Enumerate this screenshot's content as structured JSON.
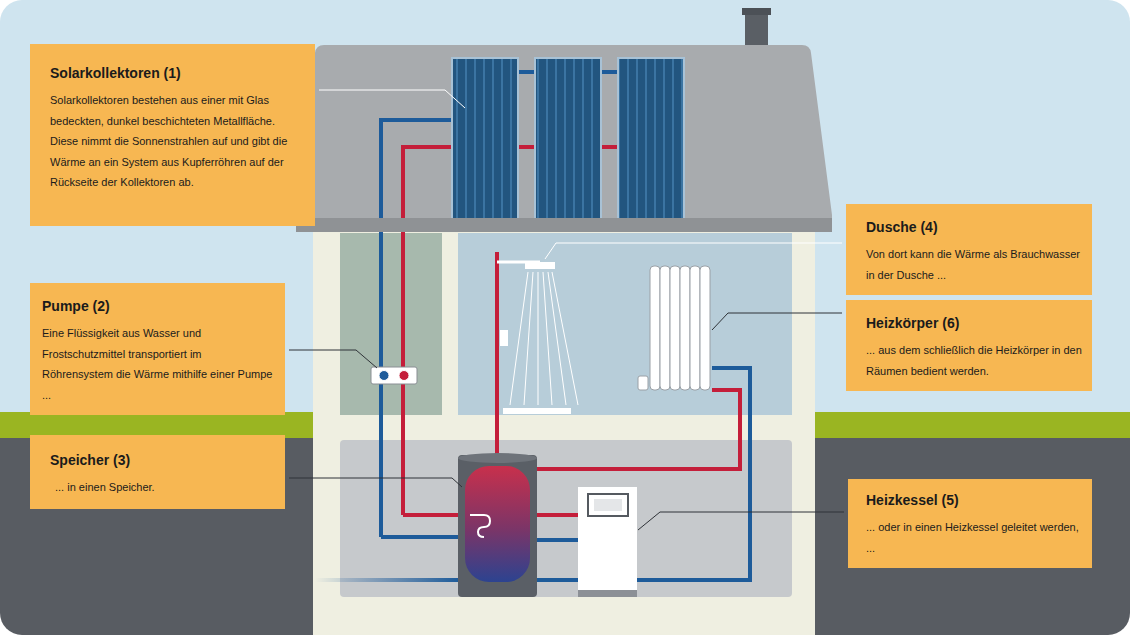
{
  "diagram": {
    "nodes": [
      {
        "text": [
          "Solarkollektoren (1)",
          "Solarkollektoren bestehen aus einer mit Glas bedeckten, dunkel beschichteten Metallfläche. Diese nimmt die Sonnenstrahlen auf und gibt die Wärme an ein System aus Kupferröhren auf der Rückseite der Kollektoren ab."
        ]
      },
      {
        "text": [
          "Pumpe (2)",
          "Eine Flüssigkeit aus Wasser und Frostschutzmittel transportiert im Röhrensystem die Wärme mithilfe einer Pumpe ..."
        ]
      },
      {
        "text": [
          "Speicher (3)",
          "... in einen Speicher."
        ]
      },
      {
        "text": [
          "Dusche (4)",
          "Von dort kann die Wärme als Brauchwasser in der Dusche ..."
        ]
      },
      {
        "text": [
          "Heizkessel (5)",
          "... oder in einen Heizkessel geleitet werden, ..."
        ]
      },
      {
        "text": [
          "Heizkörper (6)",
          "... aus dem schließlich die Heizkörper in den Räumen bedient werden."
        ]
      }
    ]
  }
}
